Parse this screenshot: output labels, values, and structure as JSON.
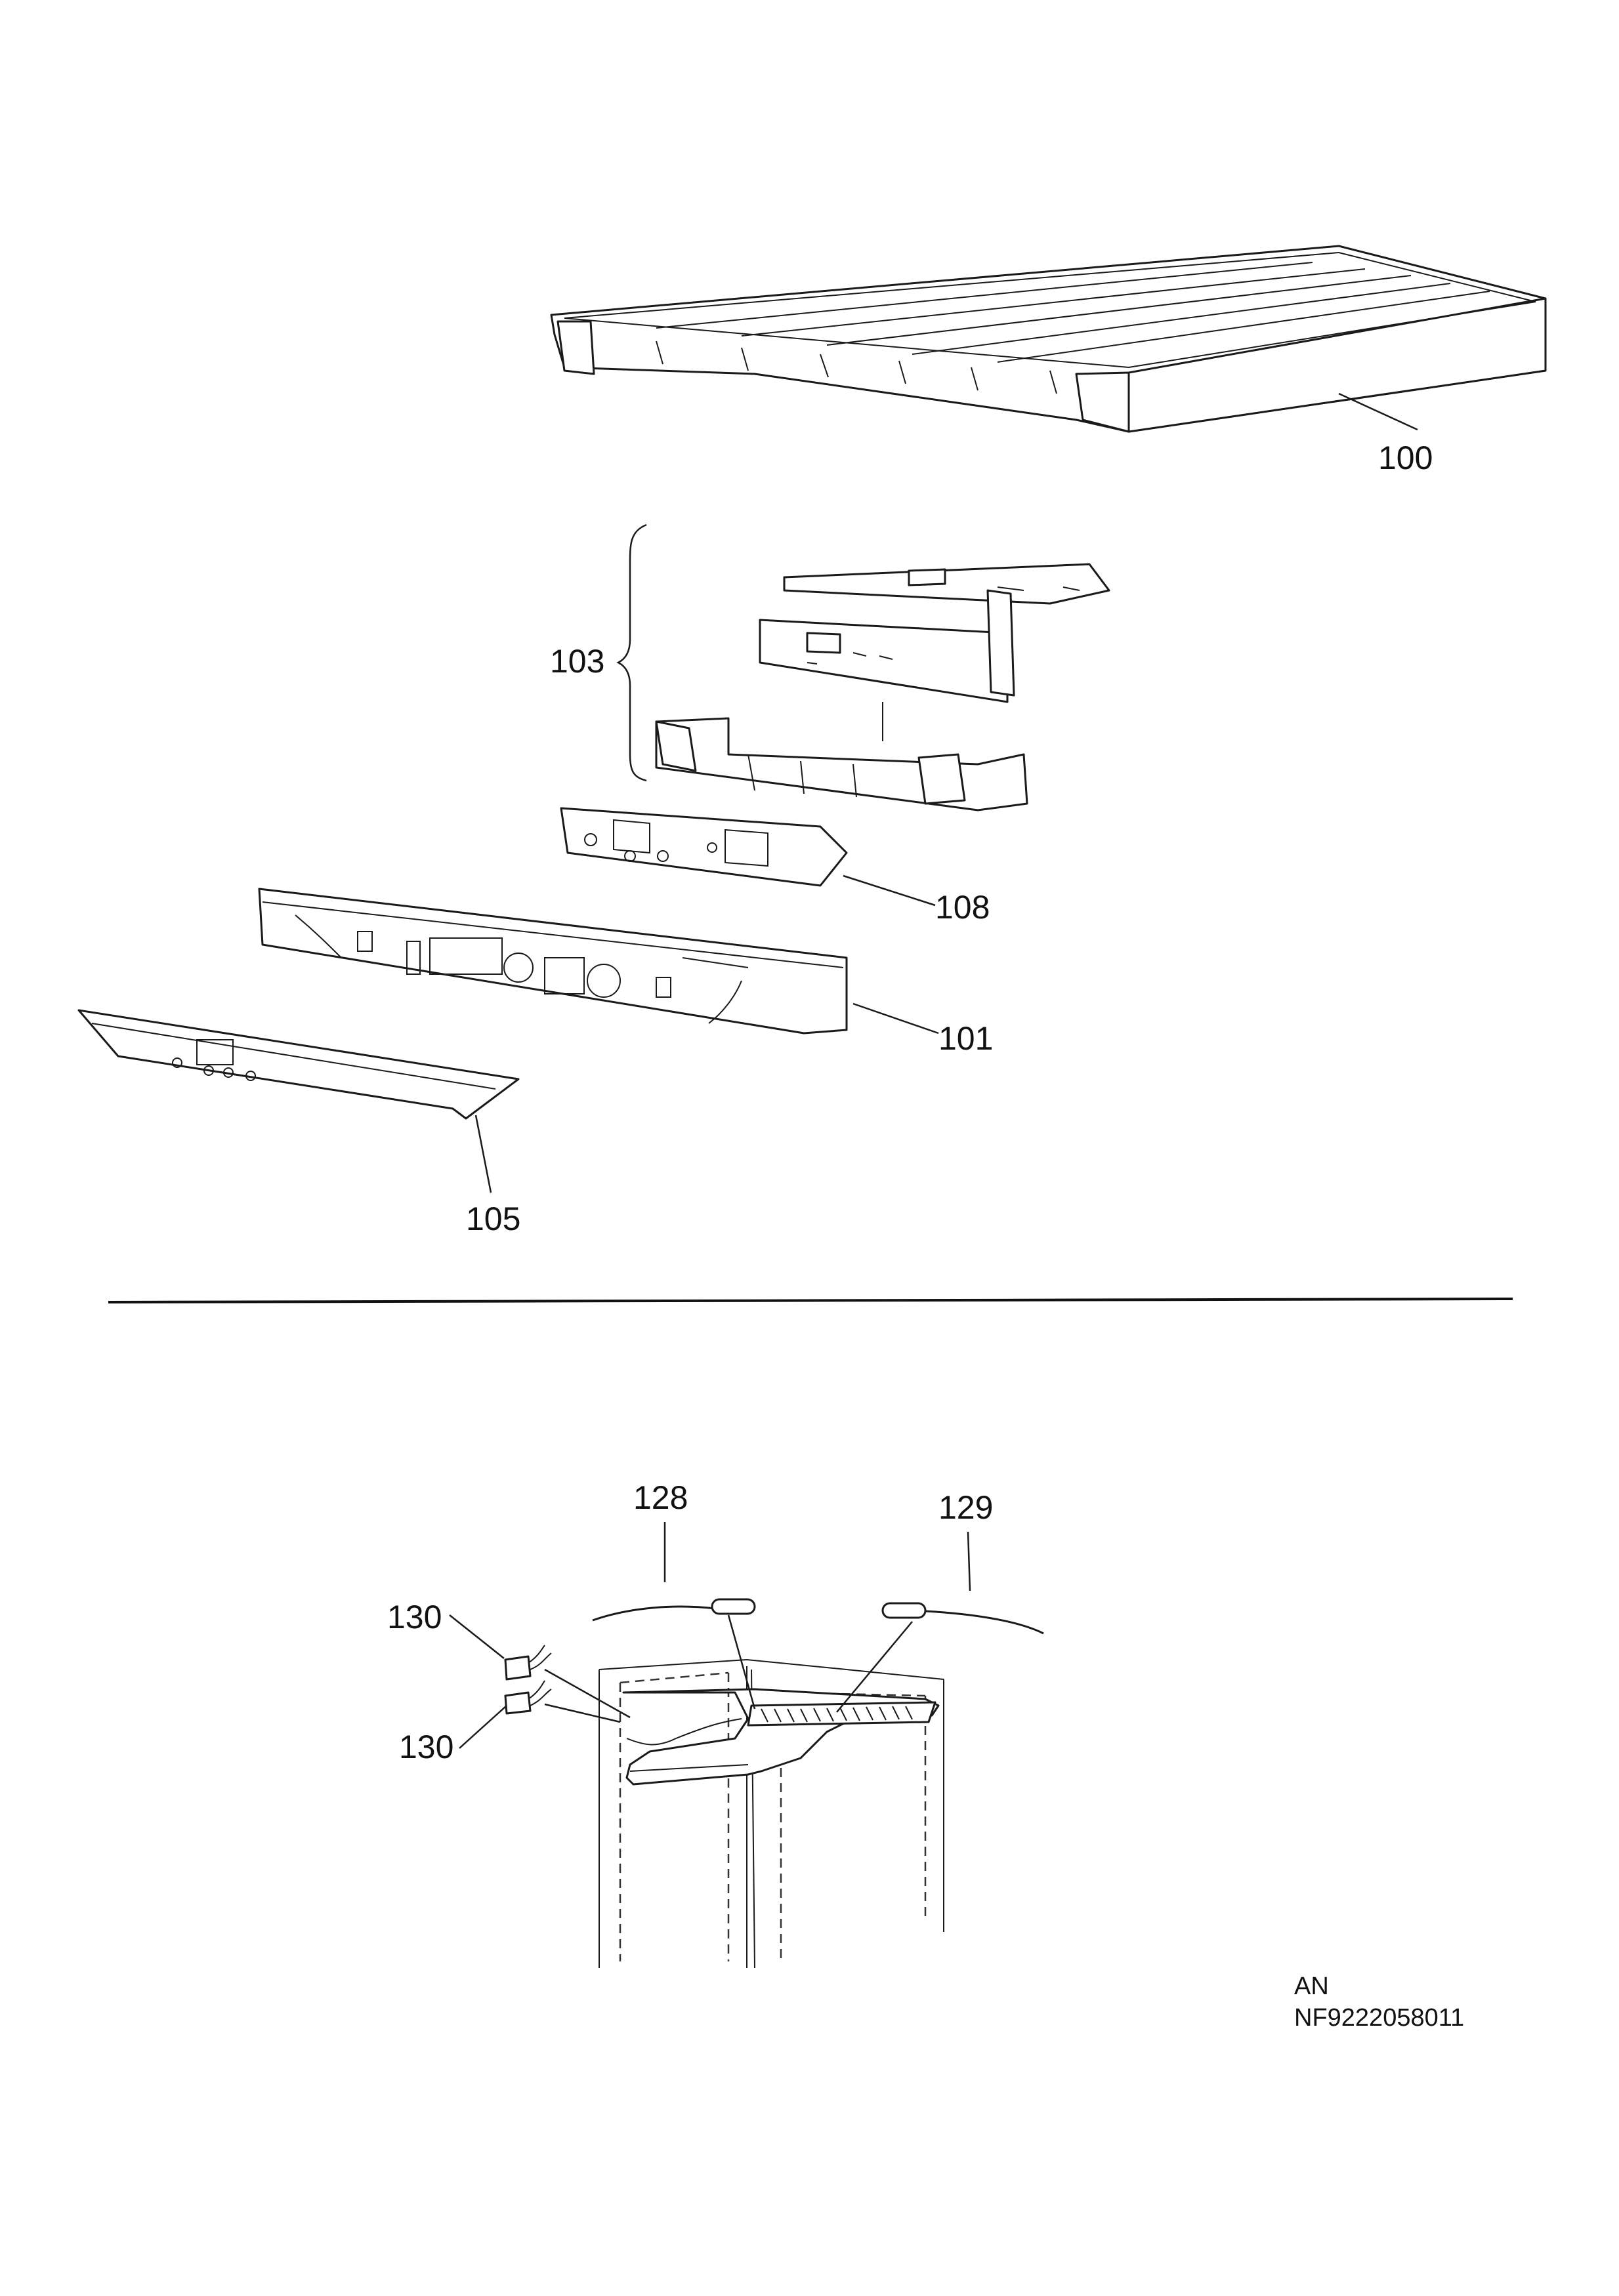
{
  "callouts": {
    "c100": "100",
    "c103": "103",
    "c108": "108",
    "c101": "101",
    "c105": "105",
    "c128": "128",
    "c129": "129",
    "c130a": "130",
    "c130b": "130"
  },
  "footer": {
    "line1": "AN",
    "line2": "NF9222058011"
  }
}
